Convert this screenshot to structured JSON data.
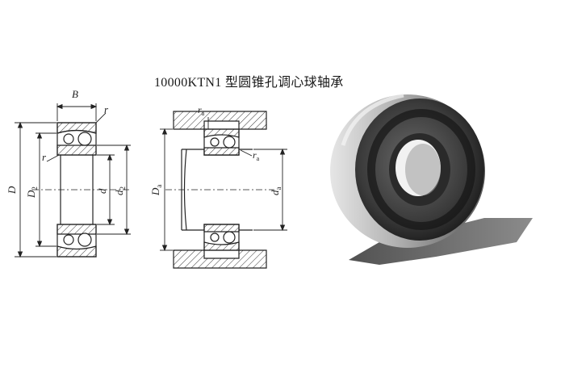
{
  "title": "10000KTN1 型圆锥孔调心球轴承",
  "labels": {
    "width": "B",
    "chamfer": "r",
    "outer_diameter": "D",
    "outer_ring_diameter": "D",
    "outer_ring_diameter_sub": "2",
    "bore": "d",
    "inner_ring_diameter": "d",
    "inner_ring_diameter_sub": "2",
    "housing_shoulder": "D",
    "housing_shoulder_sub": "a",
    "shaft_shoulder": "d",
    "shaft_shoulder_sub": "a",
    "fillet_a": "r",
    "fillet_a_sub": "a"
  }
}
